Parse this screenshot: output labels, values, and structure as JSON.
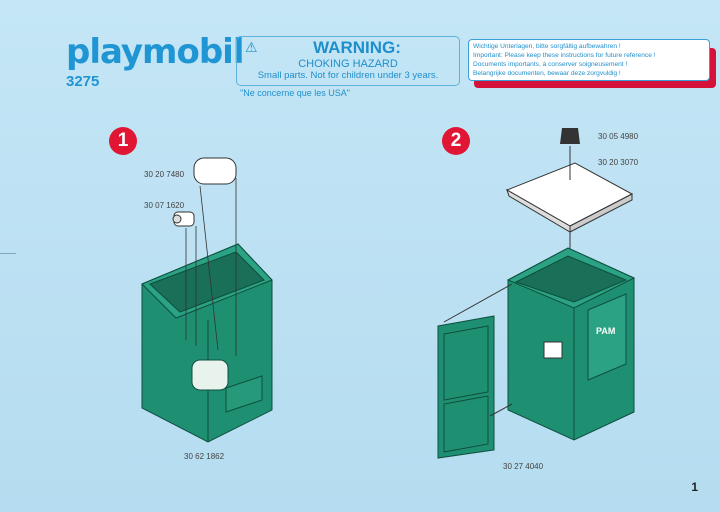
{
  "brand": {
    "logo": "playmobil",
    "model": "3275"
  },
  "warning": {
    "title": "WARNING:",
    "subtitle": "CHOKING HAZARD",
    "text": "Small parts. Not for children under 3 years.",
    "note": "\"Ne concerne que les USA\""
  },
  "keep_notice": [
    "Wichtige Unterlagen, bitte sorgfältig aufbewahren !",
    "Important: Please keep these instructions for future reference !",
    "Documents importants, à conserver soigneusement !",
    "Belangrijke documenten, bewaar deze zorgvuldig !"
  ],
  "steps": [
    {
      "number": "1",
      "parts": [
        "30 20 7480",
        "30 07 1620",
        "30 62 1862"
      ]
    },
    {
      "number": "2",
      "parts": [
        "30 05 4980",
        "30 20 3070",
        "30 27 4040"
      ],
      "door_label": "PAM"
    }
  ],
  "page_number": "1",
  "colors": {
    "accent": "#1f95d3",
    "step": "#e01634",
    "toilet": "#1f8f72"
  }
}
